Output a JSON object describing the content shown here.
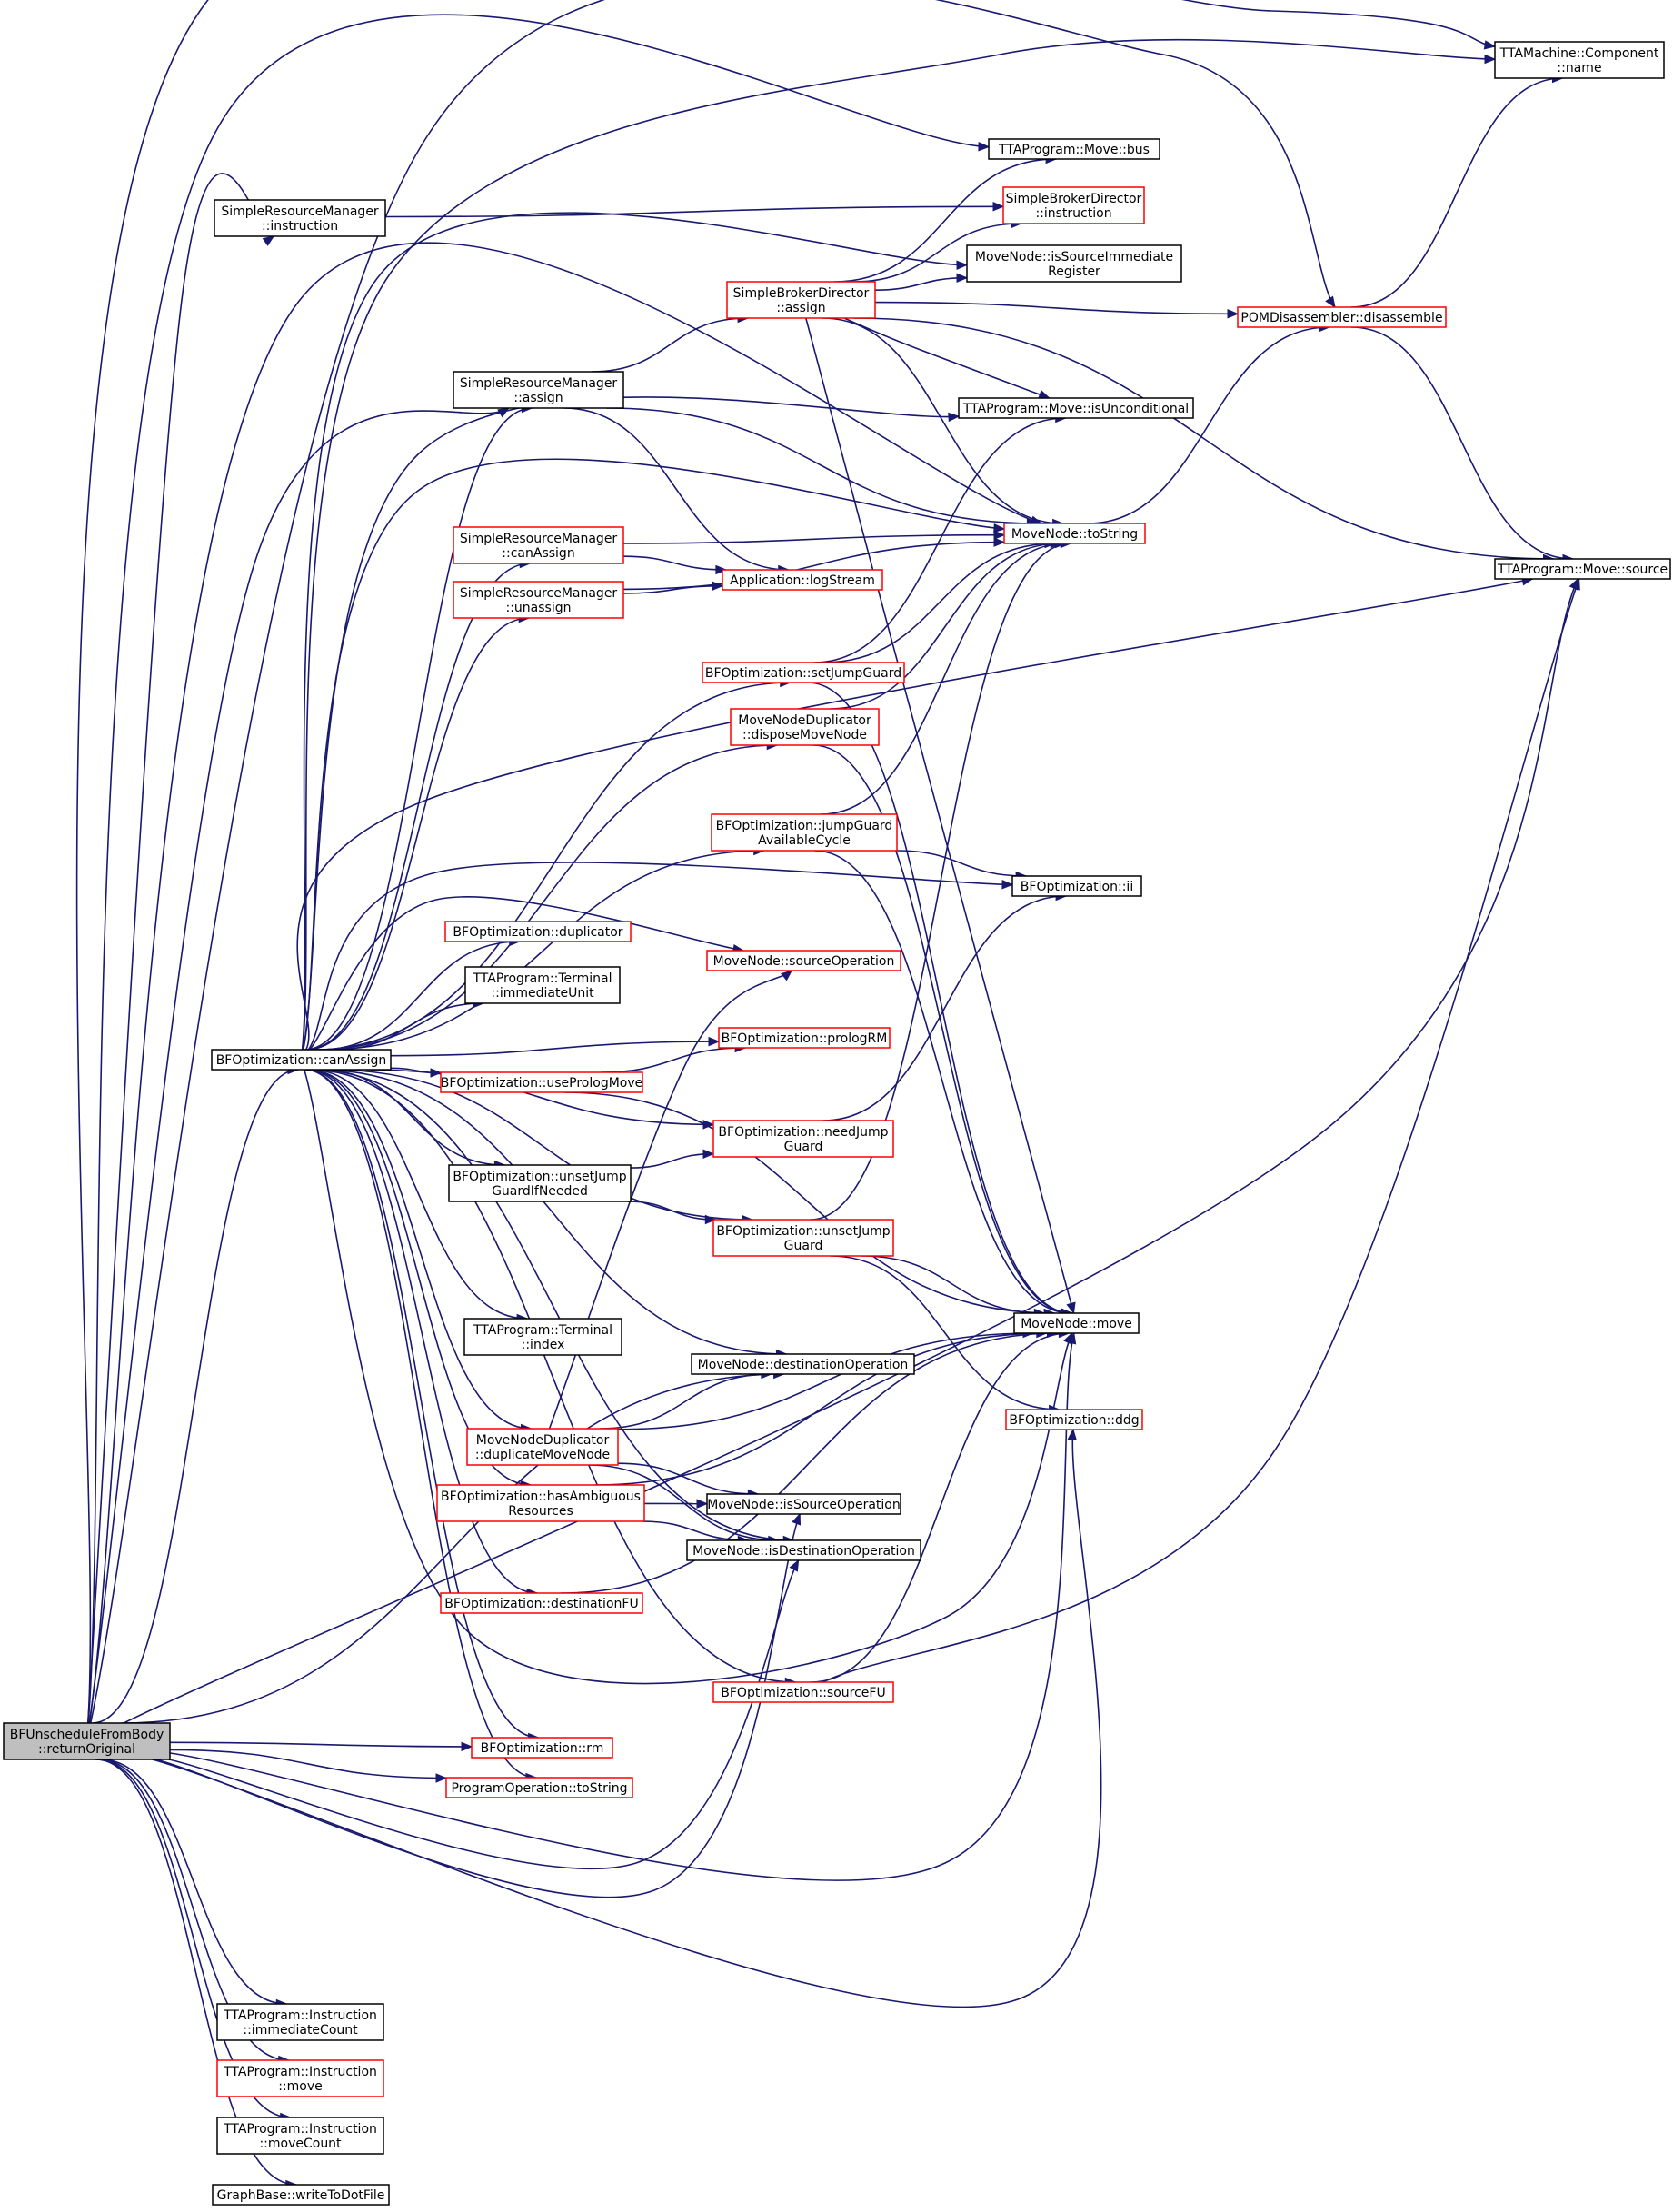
{
  "graph": {
    "root": "BFUnscheduleFromBody\n::returnOriginal",
    "colors": {
      "edge": "#191970",
      "root_fill": "#bfbfbf",
      "normal_border": "#000000",
      "truncated_border": "#ff0000"
    },
    "nodes": [
      {
        "id": "root",
        "label": "BFUnscheduleFromBody\n::returnOriginal",
        "style": "root"
      },
      {
        "id": "canAssign",
        "label": "BFOptimization::canAssign",
        "style": "normal"
      },
      {
        "id": "compName",
        "label": "TTAMachine::Component\n::name",
        "style": "normal"
      },
      {
        "id": "moveBus",
        "label": "TTAProgram::Move::bus",
        "style": "normal"
      },
      {
        "id": "srmInstr",
        "label": "SimpleResourceManager\n::instruction",
        "style": "normal"
      },
      {
        "id": "sbdInstr",
        "label": "SimpleBrokerDirector\n::instruction",
        "style": "truncated"
      },
      {
        "id": "srcImmReg",
        "label": "MoveNode::isSourceImmediate\nRegister",
        "style": "normal"
      },
      {
        "id": "sbdAssign",
        "label": "SimpleBrokerDirector\n::assign",
        "style": "truncated"
      },
      {
        "id": "pomDis",
        "label": "POMDisassembler::disassemble",
        "style": "truncated"
      },
      {
        "id": "srmAssign",
        "label": "SimpleResourceManager\n::assign",
        "style": "normal"
      },
      {
        "id": "isUncond",
        "label": "TTAProgram::Move::isUnconditional",
        "style": "normal"
      },
      {
        "id": "srmCanAssign",
        "label": "SimpleResourceManager\n::canAssign",
        "style": "truncated"
      },
      {
        "id": "mnToString",
        "label": "MoveNode::toString",
        "style": "truncated"
      },
      {
        "id": "moveSource",
        "label": "TTAProgram::Move::source",
        "style": "normal"
      },
      {
        "id": "logStream",
        "label": "Application::logStream",
        "style": "truncated"
      },
      {
        "id": "srmUnassign",
        "label": "SimpleResourceManager\n::unassign",
        "style": "truncated"
      },
      {
        "id": "setJumpGuard",
        "label": "BFOptimization::setJumpGuard",
        "style": "truncated"
      },
      {
        "id": "disposeMN",
        "label": "MoveNodeDuplicator\n::disposeMoveNode",
        "style": "truncated"
      },
      {
        "id": "jumpGuardAC",
        "label": "BFOptimization::jumpGuard\nAvailableCycle",
        "style": "truncated"
      },
      {
        "id": "bfII",
        "label": "BFOptimization::ii",
        "style": "normal"
      },
      {
        "id": "duplicator",
        "label": "BFOptimization::duplicator",
        "style": "truncated"
      },
      {
        "id": "srcOp",
        "label": "MoveNode::sourceOperation",
        "style": "truncated"
      },
      {
        "id": "termImmUnit",
        "label": "TTAProgram::Terminal\n::immediateUnit",
        "style": "normal"
      },
      {
        "id": "prologRM",
        "label": "BFOptimization::prologRM",
        "style": "truncated"
      },
      {
        "id": "usePrologMove",
        "label": "BFOptimization::usePrologMove",
        "style": "truncated"
      },
      {
        "id": "needJumpGuard",
        "label": "BFOptimization::needJump\nGuard",
        "style": "truncated"
      },
      {
        "id": "unsetJGIfNeeded",
        "label": "BFOptimization::unsetJump\nGuardIfNeeded",
        "style": "normal"
      },
      {
        "id": "unsetJumpGuard",
        "label": "BFOptimization::unsetJump\nGuard",
        "style": "truncated"
      },
      {
        "id": "mnMove",
        "label": "MoveNode::move",
        "style": "normal"
      },
      {
        "id": "termIndex",
        "label": "TTAProgram::Terminal\n::index",
        "style": "normal"
      },
      {
        "id": "dstOp",
        "label": "MoveNode::destinationOperation",
        "style": "normal"
      },
      {
        "id": "bfDdg",
        "label": "BFOptimization::ddg",
        "style": "truncated"
      },
      {
        "id": "dupMN",
        "label": "MoveNodeDuplicator\n::duplicateMoveNode",
        "style": "truncated"
      },
      {
        "id": "hasAmbig",
        "label": "BFOptimization::hasAmbiguous\nResources",
        "style": "truncated"
      },
      {
        "id": "isSrcOp",
        "label": "MoveNode::isSourceOperation",
        "style": "normal"
      },
      {
        "id": "isDstOp",
        "label": "MoveNode::isDestinationOperation",
        "style": "normal"
      },
      {
        "id": "dstFU",
        "label": "BFOptimization::destinationFU",
        "style": "truncated"
      },
      {
        "id": "srcFU",
        "label": "BFOptimization::sourceFU",
        "style": "truncated"
      },
      {
        "id": "bfRm",
        "label": "BFOptimization::rm",
        "style": "truncated"
      },
      {
        "id": "poToString",
        "label": "ProgramOperation::toString",
        "style": "truncated"
      },
      {
        "id": "instrImmCount",
        "label": "TTAProgram::Instruction\n::immediateCount",
        "style": "normal"
      },
      {
        "id": "instrMove",
        "label": "TTAProgram::Instruction\n::move",
        "style": "truncated"
      },
      {
        "id": "instrMoveCount",
        "label": "TTAProgram::Instruction\n::moveCount",
        "style": "normal"
      },
      {
        "id": "writeDot",
        "label": "GraphBase::writeToDotFile",
        "style": "normal"
      }
    ],
    "edges": [
      [
        "root",
        "compName"
      ],
      [
        "root",
        "moveBus"
      ],
      [
        "root",
        "srmInstr"
      ],
      [
        "root",
        "pomDis"
      ],
      [
        "root",
        "srmAssign"
      ],
      [
        "root",
        "mnToString"
      ],
      [
        "root",
        "canAssign"
      ],
      [
        "root",
        "bfRm"
      ],
      [
        "root",
        "poToString"
      ],
      [
        "root",
        "dstOp"
      ],
      [
        "root",
        "isSrcOp"
      ],
      [
        "root",
        "isDstOp"
      ],
      [
        "root",
        "mnMove"
      ],
      [
        "root",
        "bfDdg"
      ],
      [
        "root",
        "moveSource"
      ],
      [
        "root",
        "instrImmCount"
      ],
      [
        "root",
        "instrMove"
      ],
      [
        "root",
        "instrMoveCount"
      ],
      [
        "root",
        "writeDot"
      ],
      [
        "srmInstr",
        "sbdInstr"
      ],
      [
        "sbdAssign",
        "moveBus"
      ],
      [
        "sbdAssign",
        "sbdInstr"
      ],
      [
        "sbdAssign",
        "srcImmReg"
      ],
      [
        "sbdAssign",
        "pomDis"
      ],
      [
        "sbdAssign",
        "isUncond"
      ],
      [
        "sbdAssign",
        "mnToString"
      ],
      [
        "sbdAssign",
        "moveSource"
      ],
      [
        "sbdAssign",
        "mnMove"
      ],
      [
        "pomDis",
        "compName"
      ],
      [
        "pomDis",
        "moveSource"
      ],
      [
        "srmAssign",
        "sbdAssign"
      ],
      [
        "srmAssign",
        "mnToString"
      ],
      [
        "srmAssign",
        "logStream"
      ],
      [
        "srmCanAssign",
        "mnToString"
      ],
      [
        "srmCanAssign",
        "logStream"
      ],
      [
        "srmUnassign",
        "logStream"
      ],
      [
        "srmUnassign",
        "mnToString"
      ],
      [
        "mnToString",
        "pomDis"
      ],
      [
        "setJumpGuard",
        "isUncond"
      ],
      [
        "setJumpGuard",
        "mnToString"
      ],
      [
        "setJumpGuard",
        "mnMove"
      ],
      [
        "disposeMN",
        "mnToString"
      ],
      [
        "disposeMN",
        "mnMove"
      ],
      [
        "jumpGuardAC",
        "mnToString"
      ],
      [
        "jumpGuardAC",
        "bfII"
      ],
      [
        "jumpGuardAC",
        "mnMove"
      ],
      [
        "usePrologMove",
        "prologRM"
      ],
      [
        "usePrologMove",
        "mnMove"
      ],
      [
        "needJumpGuard",
        "bfII"
      ],
      [
        "unsetJGIfNeeded",
        "needJumpGuard"
      ],
      [
        "unsetJGIfNeeded",
        "unsetJumpGuard"
      ],
      [
        "unsetJumpGuard",
        "mnToString"
      ],
      [
        "unsetJumpGuard",
        "mnMove"
      ],
      [
        "unsetJumpGuard",
        "bfDdg"
      ],
      [
        "dupMN",
        "srcOp"
      ],
      [
        "dupMN",
        "dstOp"
      ],
      [
        "dupMN",
        "mnMove"
      ],
      [
        "dupMN",
        "isSrcOp"
      ],
      [
        "dupMN",
        "isDstOp"
      ],
      [
        "hasAmbig",
        "mnMove"
      ],
      [
        "hasAmbig",
        "isSrcOp"
      ],
      [
        "hasAmbig",
        "isDstOp"
      ],
      [
        "dstFU",
        "mnMove"
      ],
      [
        "srcFU",
        "moveSource"
      ],
      [
        "srcFU",
        "mnMove"
      ],
      [
        "canAssign",
        "compName"
      ],
      [
        "canAssign",
        "srcImmReg"
      ],
      [
        "canAssign",
        "srmAssign"
      ],
      [
        "canAssign",
        "isUncond"
      ],
      [
        "canAssign",
        "mnToString"
      ],
      [
        "canAssign",
        "srmCanAssign"
      ],
      [
        "canAssign",
        "srmUnassign"
      ],
      [
        "canAssign",
        "setJumpGuard"
      ],
      [
        "canAssign",
        "disposeMN"
      ],
      [
        "canAssign",
        "moveSource"
      ],
      [
        "canAssign",
        "jumpGuardAC"
      ],
      [
        "canAssign",
        "bfII"
      ],
      [
        "canAssign",
        "srcOp"
      ],
      [
        "canAssign",
        "duplicator"
      ],
      [
        "canAssign",
        "termImmUnit"
      ],
      [
        "canAssign",
        "prologRM"
      ],
      [
        "canAssign",
        "usePrologMove"
      ],
      [
        "canAssign",
        "needJumpGuard"
      ],
      [
        "canAssign",
        "unsetJGIfNeeded"
      ],
      [
        "canAssign",
        "unsetJumpGuard"
      ],
      [
        "canAssign",
        "termIndex"
      ],
      [
        "canAssign",
        "dstOp"
      ],
      [
        "canAssign",
        "dupMN"
      ],
      [
        "canAssign",
        "hasAmbig"
      ],
      [
        "canAssign",
        "isDstOp"
      ],
      [
        "canAssign",
        "dstFU"
      ],
      [
        "canAssign",
        "mnMove"
      ],
      [
        "canAssign",
        "srcFU"
      ],
      [
        "canAssign",
        "bfRm"
      ],
      [
        "canAssign",
        "poToString"
      ]
    ]
  }
}
